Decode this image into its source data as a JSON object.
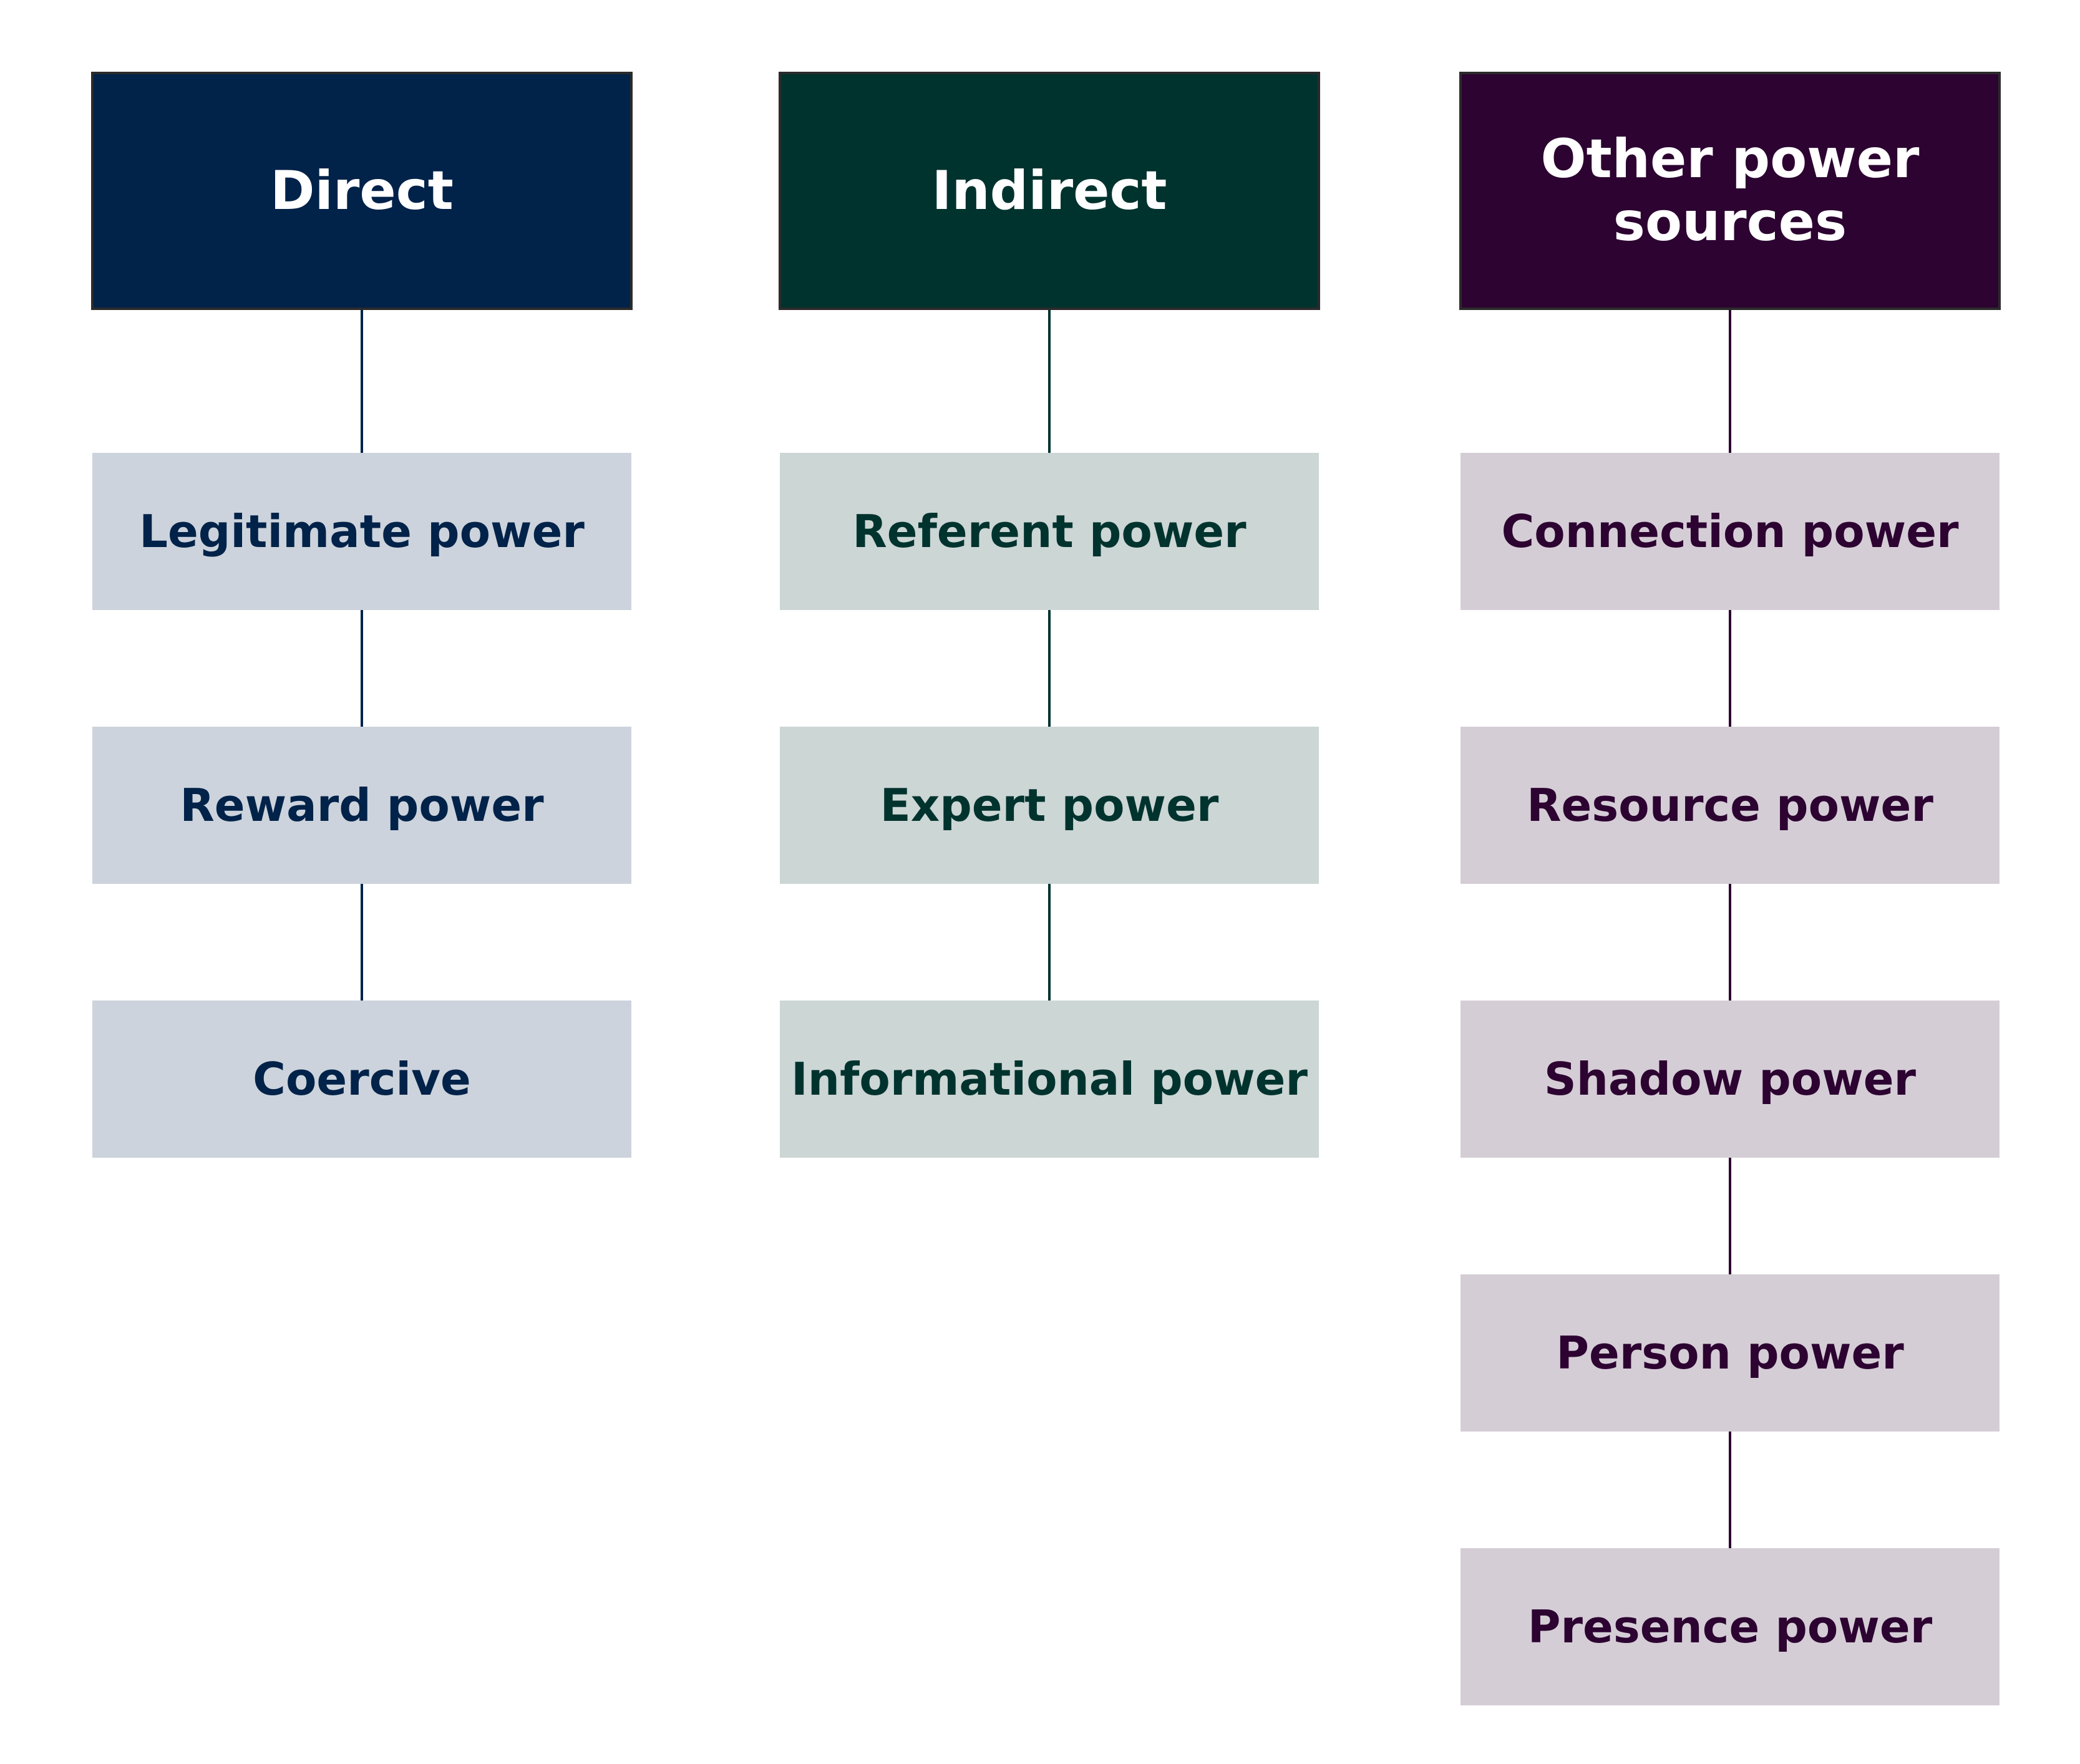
{
  "columns": [
    {
      "id": "direct",
      "header": "Direct",
      "header_color": "#012249",
      "item_bg": "#ccd3dc",
      "text_color": "#012249",
      "line_color": "#012249",
      "items": [
        "Legitimate power",
        "Reward power",
        "Coercive"
      ]
    },
    {
      "id": "indirect",
      "header": "Indirect",
      "header_color": "#01332e",
      "item_bg": "#ccd6d5",
      "text_color": "#01332e",
      "line_color": "#01332e",
      "items": [
        "Referent power",
        "Expert power",
        "Informational power"
      ]
    },
    {
      "id": "other",
      "header": "Other power sources",
      "header_color": "#2c0331",
      "item_bg": "#d5cdd6",
      "text_color": "#2c0331",
      "line_color": "#2c0331",
      "items": [
        "Connection power",
        "Resource power",
        "Shadow power",
        "Person power",
        "Presence power"
      ]
    }
  ]
}
